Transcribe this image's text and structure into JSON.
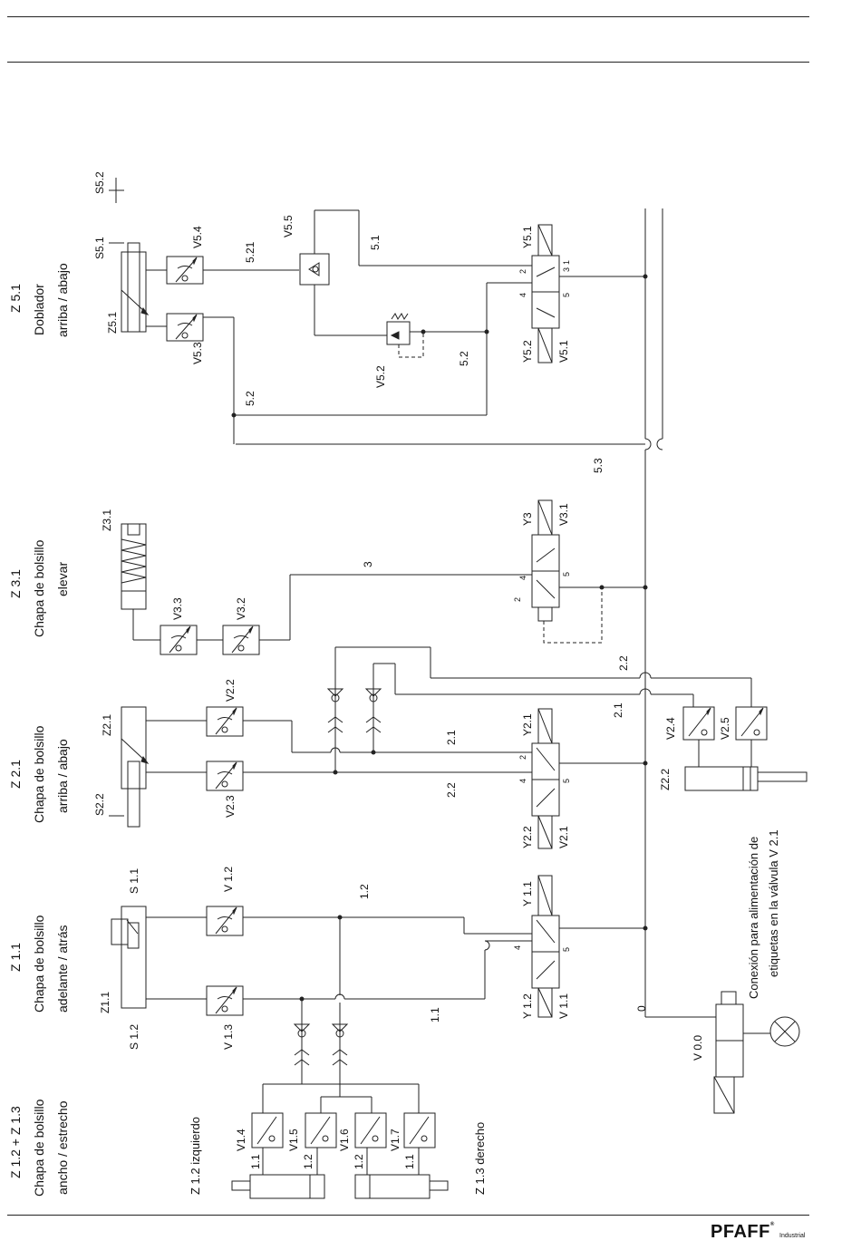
{
  "groups": {
    "z51": {
      "id": "Z 5.1",
      "l1": "Doblador",
      "l2": "arriba / abajo"
    },
    "z31": {
      "id": "Z 3.1",
      "l1": "Chapa de bolsillo",
      "l2": "elevar"
    },
    "z21": {
      "id": "Z 2.1",
      "l1": "Chapa de bolsillo",
      "l2": "arriba / abajo"
    },
    "z11": {
      "id": "Z 1.1",
      "l1": "Chapa de bolsillo",
      "l2": "adelante / atrás"
    },
    "z1213": {
      "id": "Z 1.2 + Z 1.3",
      "l1": "Chapa de bolsillo",
      "l2": "ancho / estrecho"
    }
  },
  "labels": {
    "S52": "S5.2",
    "S51": "S5.1",
    "Z51": "Z5.1",
    "V54": "V5.4",
    "V53": "V5.3",
    "V55": "V5.5",
    "L521": "5.21",
    "L51": "5.1",
    "V52": "V5.2",
    "L52a": "5.2",
    "L52b": "5.2",
    "L53": "5.3",
    "Y51": "Y5.1",
    "Y52": "Y5.2",
    "V51": "V5.1",
    "Z31": "Z3.1",
    "V33": "V3.3",
    "V32": "V3.2",
    "L3": "3",
    "Y3": "Y3",
    "V31": "V3.1",
    "Z21": "Z2.1",
    "S22": "S2.2",
    "V22": "V2.2",
    "V23": "V2.3",
    "L21a": "2.1",
    "L22a": "2.2",
    "L21b": "2.1",
    "L22b": "2.2",
    "Y21": "Y2.1",
    "Y22": "Y2.2",
    "V21": "V2.1",
    "V24": "V2.4",
    "V25": "V2.5",
    "Z22": "Z2.2",
    "Z11": "Z1.1",
    "S11": "S 1.1",
    "S12": "S 1.2",
    "V12": "V 1.2",
    "V13": "V 1.3",
    "L12": "1.2",
    "L11": "1.1",
    "Y11": "Y 1.1",
    "Y12": "Y 1.2",
    "V11": "V 1.1",
    "L0": "0",
    "V00": "V 0.0",
    "V14": "V1.4",
    "V15": "V1.5",
    "V16": "V1.6",
    "V17": "V1.7",
    "p11a": "1.1",
    "p12a": "1.2",
    "p12b": "1.2",
    "p11b": "1.1",
    "Z12": "Z 1.2  izquierdo",
    "Z13": "Z 1.3 derecho",
    "p2": "2",
    "p4": "4",
    "p1": "1",
    "p3": "3",
    "p5": "5"
  },
  "note": {
    "l1": "Conexión para alimentación de",
    "l2": "etiquetas en la válvula V 2.1"
  },
  "brand": {
    "name": "PFAFF",
    "sub": "Industrial"
  }
}
